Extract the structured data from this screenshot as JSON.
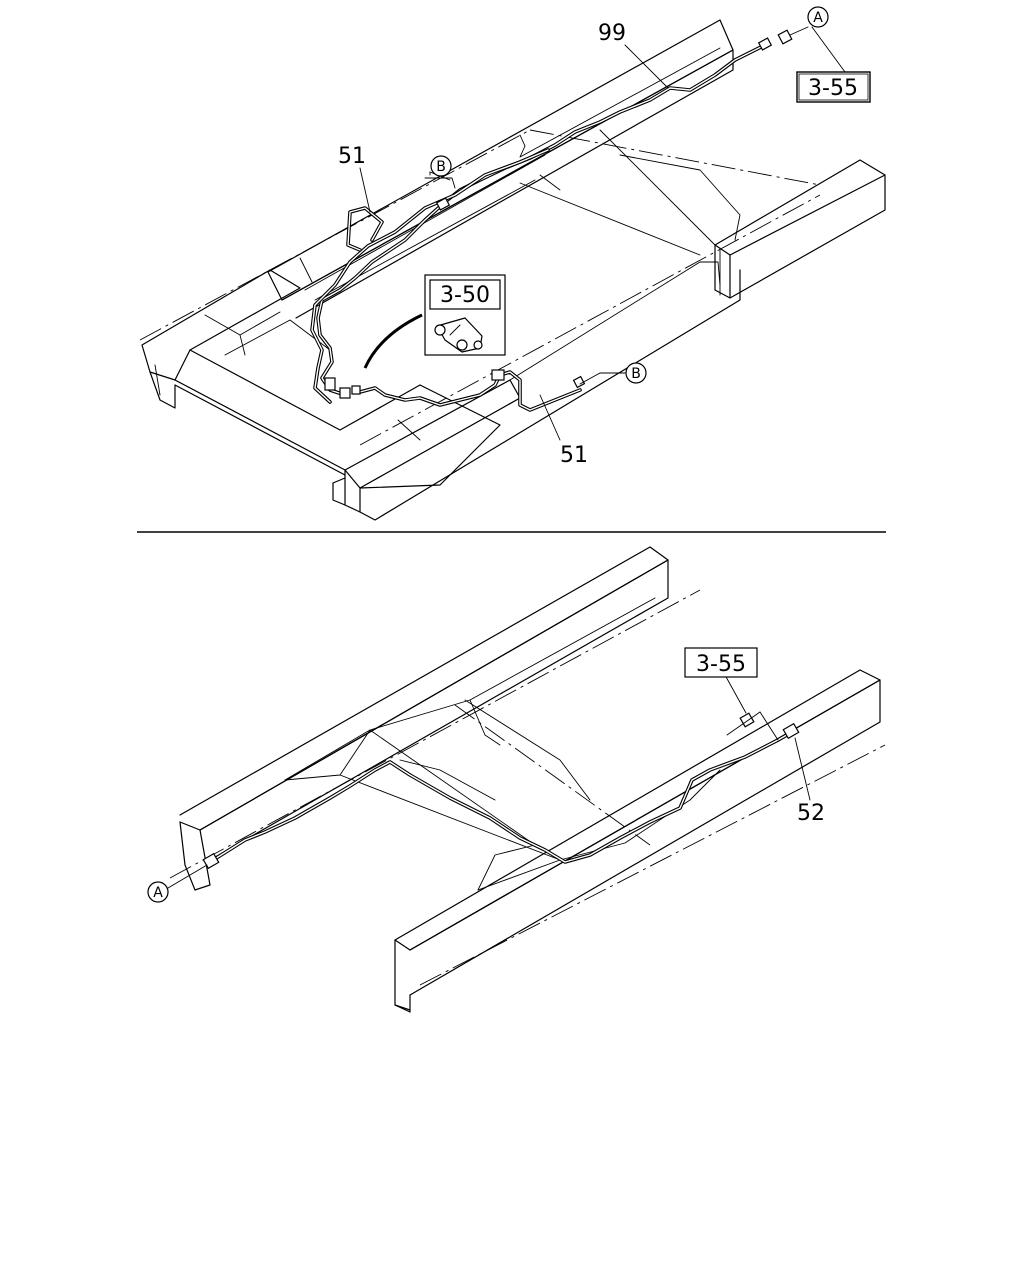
{
  "callouts": {
    "part_99": "99",
    "part_51_upper": "51",
    "part_51_lower": "51",
    "part_52": "52",
    "ref_3_55_top": "3-55",
    "ref_3_50": "3-50",
    "ref_3_55_bottom": "3-55",
    "marker_a_top": "A",
    "marker_b_top": "B",
    "marker_b_right": "B",
    "marker_a_bottom": "A"
  }
}
